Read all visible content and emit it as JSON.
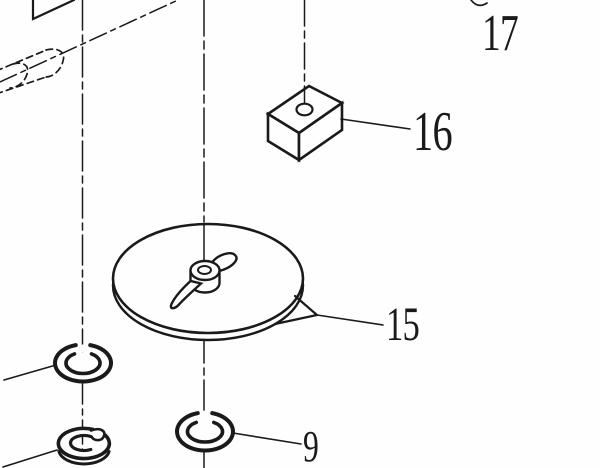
{
  "diagram_type": "exploded-parts-line-drawing",
  "background_color": "#fefefe",
  "line_color": "#1a1a1a",
  "callouts": [
    {
      "part_number": "17",
      "points_to": "part cut off at top edge of image"
    },
    {
      "part_number": "16",
      "points_to": "square-nut-block"
    },
    {
      "part_number": "15",
      "points_to": "disc-with-wing-nut"
    },
    {
      "part_number": "9",
      "points_to": "flat-washer-center-bottom"
    }
  ],
  "unlabeled_shapes": [
    "plate-corner-top-left",
    "phantom-bolt-dashed",
    "flat-washer-left",
    "split-lock-washer-bottom-left",
    "vertical-centerlines"
  ]
}
